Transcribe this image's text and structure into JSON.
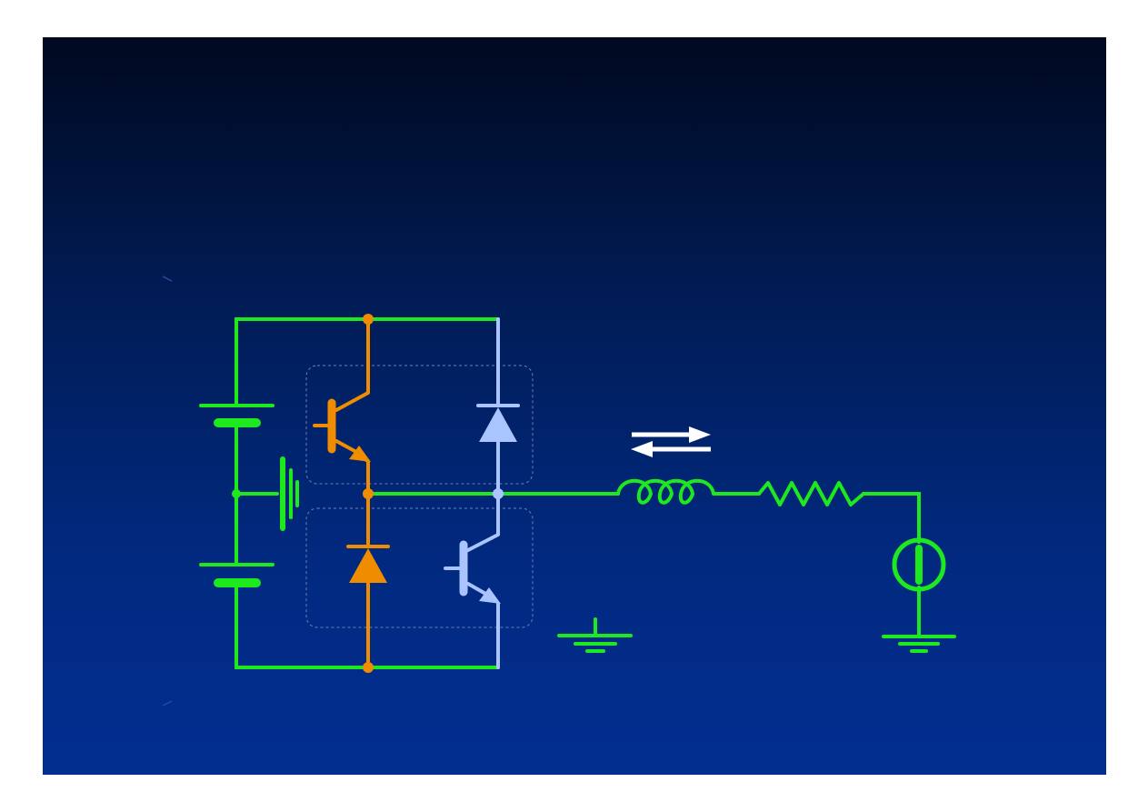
{
  "colors": {
    "slide_top": "#00091f",
    "slide_bottom": "#022e91",
    "circuit_green": "#1ee81e",
    "upper_transistor_orange": "#f08c00",
    "lower_transistor_lightblue": "#a9c4ff",
    "current_arrows": "#ffffff",
    "module_outline": "#6a7fb8"
  },
  "icons": [
    "dc-supply-battery-upper",
    "dc-supply-battery-lower",
    "midpoint-capacitor",
    "npn-transistor-upper",
    "freewheel-diode-upper",
    "freewheel-diode-lower",
    "npn-transistor-lower",
    "inductor",
    "resistor",
    "ac-voltage-source",
    "ground-symbol",
    "bidirectional-current-arrows"
  ]
}
